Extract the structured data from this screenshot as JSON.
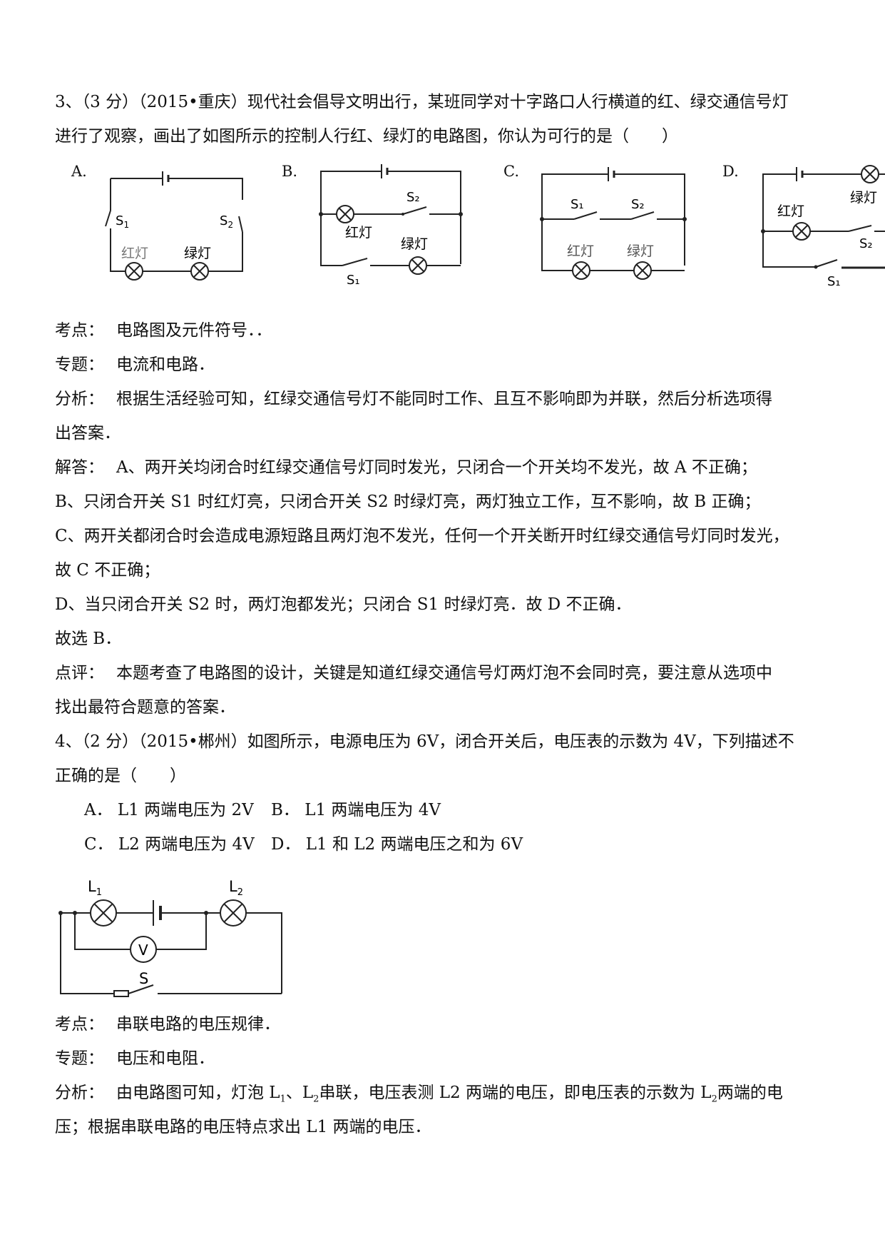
{
  "q3": {
    "stem_line1": "3、（3 分）（2015•重庆）现代社会倡导文明出行，某班同学对十字路口人行横道的红、绿交通信号灯",
    "stem_line2": "进行了观察，画出了如图所示的控制人行红、绿灯的电路图，你认为可行的是（　　）",
    "options": {
      "a": "A.",
      "b": "B.",
      "c": "C.",
      "d": "D."
    },
    "circuit_labels": {
      "s1": "S₁",
      "s2": "S₂",
      "s1_a": "S",
      "s1_a_sub": "1",
      "s2_a": "S",
      "s2_a_sub": "2",
      "red": "红灯",
      "green": "绿灯"
    },
    "kaodian_label": "考点：",
    "kaodian": "电路图及元件符号．．",
    "zhuanti_label": "专题：",
    "zhuanti": "电流和电路．",
    "fenxi_label": "分析：",
    "fenxi_1": "根据生活经验可知，红绿交通信号灯不能同时工作、且互不影响即为并联，然后分析选项得",
    "fenxi_2": "出答案．",
    "jieda_label": "解答：",
    "jieda_a": "A、两开关均闭合时红绿交通信号灯同时发光，只闭合一个开关均不发光，故 A 不正确；",
    "jieda_b": "B、只闭合开关 S1 时红灯亮，只闭合开关 S2 时绿灯亮，两灯独立工作，互不影响，故 B 正确；",
    "jieda_c1": "C、两开关都闭合时会造成电源短路且两灯泡不发光，任何一个开关断开时红绿交通信号灯同时发光，",
    "jieda_c2": "故 C 不正确；",
    "jieda_d": "D、当只闭合开关 S2 时，两灯泡都发光；只闭合 S1 时绿灯亮．故 D 不正确．",
    "guxuan": "故选 B．",
    "dianping_label": "点评：",
    "dianping_1": "本题考查了电路图的设计，关键是知道红绿交通信号灯两灯泡不会同时亮，要注意从选项中",
    "dianping_2": "找出最符合题意的答案．"
  },
  "q4": {
    "stem_line1": "4、（2 分）（2015•郴州）如图所示，电源电压为 6V，闭合开关后，电压表的示数为 4V，下列描述不",
    "stem_line2": "正确的是（　　）",
    "option_a": "A．  L1 两端电压为 2V",
    "option_b": "B．  L1 两端电压为 4V",
    "option_c": "C．  L2 两端电压为 4V",
    "option_d": "D．  L1 和 L2 两端电压之和为 6V",
    "circuit_labels": {
      "l1": "L",
      "l1_sub": "1",
      "l2": "L",
      "l2_sub": "2",
      "v": "V",
      "s": "S"
    },
    "kaodian_label": "考点：",
    "kaodian": "串联电路的电压规律．",
    "zhuanti_label": "专题：",
    "zhuanti": "电压和电阻．",
    "fenxi_label": "分析：",
    "fenxi_1a": "由电路图可知，灯泡 L",
    "fenxi_1a_sub": "1",
    "fenxi_1b": "、L",
    "fenxi_1b_sub": "2",
    "fenxi_1c": "串联，电压表测 L2 两端的电压，即电压表的示数为 L",
    "fenxi_1c_sub": "2",
    "fenxi_1d": "两端的电",
    "fenxi_2": "压；根据串联电路的电压特点求出 L1 两端的电压．"
  }
}
